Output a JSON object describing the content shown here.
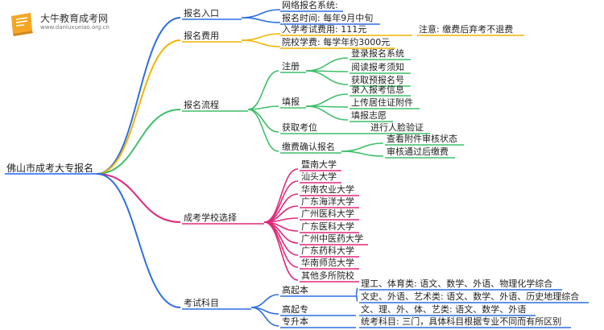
{
  "logo": {
    "title": "大牛教育成考网",
    "url": "www.daniuxueiao.org.cn"
  },
  "root": "佛山市成考大专报名",
  "branches": {
    "entry": {
      "label": "报名入口",
      "items": [
        "网络报名系统:",
        "报名时间: 每年9月中旬"
      ]
    },
    "fee": {
      "label": "报名费用",
      "items": [
        "入学考试费用: 111元",
        "院校学费: 每学年约3000元"
      ],
      "note": "注意: 缴费后弃考不退费"
    },
    "process": {
      "label": "报名流程",
      "steps": [
        {
          "label": "注册",
          "items": [
            "登录报名系统",
            "阅读报考须知",
            "获取预报名号"
          ]
        },
        {
          "label": "填报",
          "items": [
            "录入报考信息",
            "上传居住证附件",
            "填报志愿"
          ]
        },
        {
          "label": "获取考位",
          "items": [
            "进行人脸验证"
          ]
        },
        {
          "label": "缴费确认报名",
          "items": [
            "查看附件审核状态",
            "审核通过后缴费"
          ]
        }
      ]
    },
    "schools": {
      "label": "成考学校选择",
      "items": [
        "暨南大学",
        "汕头大学",
        "华南农业大学",
        "广东海洋大学",
        "广州医科大学",
        "广东医科大学",
        "广州中医药大学",
        "广东药科大学",
        "华南师范大学",
        "其他多所院校"
      ]
    },
    "subjects": {
      "label": "考试科目",
      "groups": [
        {
          "label": "高起本",
          "items": [
            "理工、体育类: 语文、数学、外语、物理化学综合",
            "文史、外语、艺术类: 语文、数学、外语、历史地理综合"
          ]
        },
        {
          "label": "高起专",
          "items": [
            "文、理、外、体、艺类: 语文、数学、外语"
          ]
        },
        {
          "label": "专升本",
          "items": [
            "统考科目: 三门，具体科目根据专业不同而有所区别"
          ]
        }
      ]
    }
  },
  "colors": {
    "entry": "#2f6fe0",
    "fee": "#f0b400",
    "process": "#3fbf6a",
    "schools": "#e0287a",
    "subjects": "#2f6fe0"
  }
}
